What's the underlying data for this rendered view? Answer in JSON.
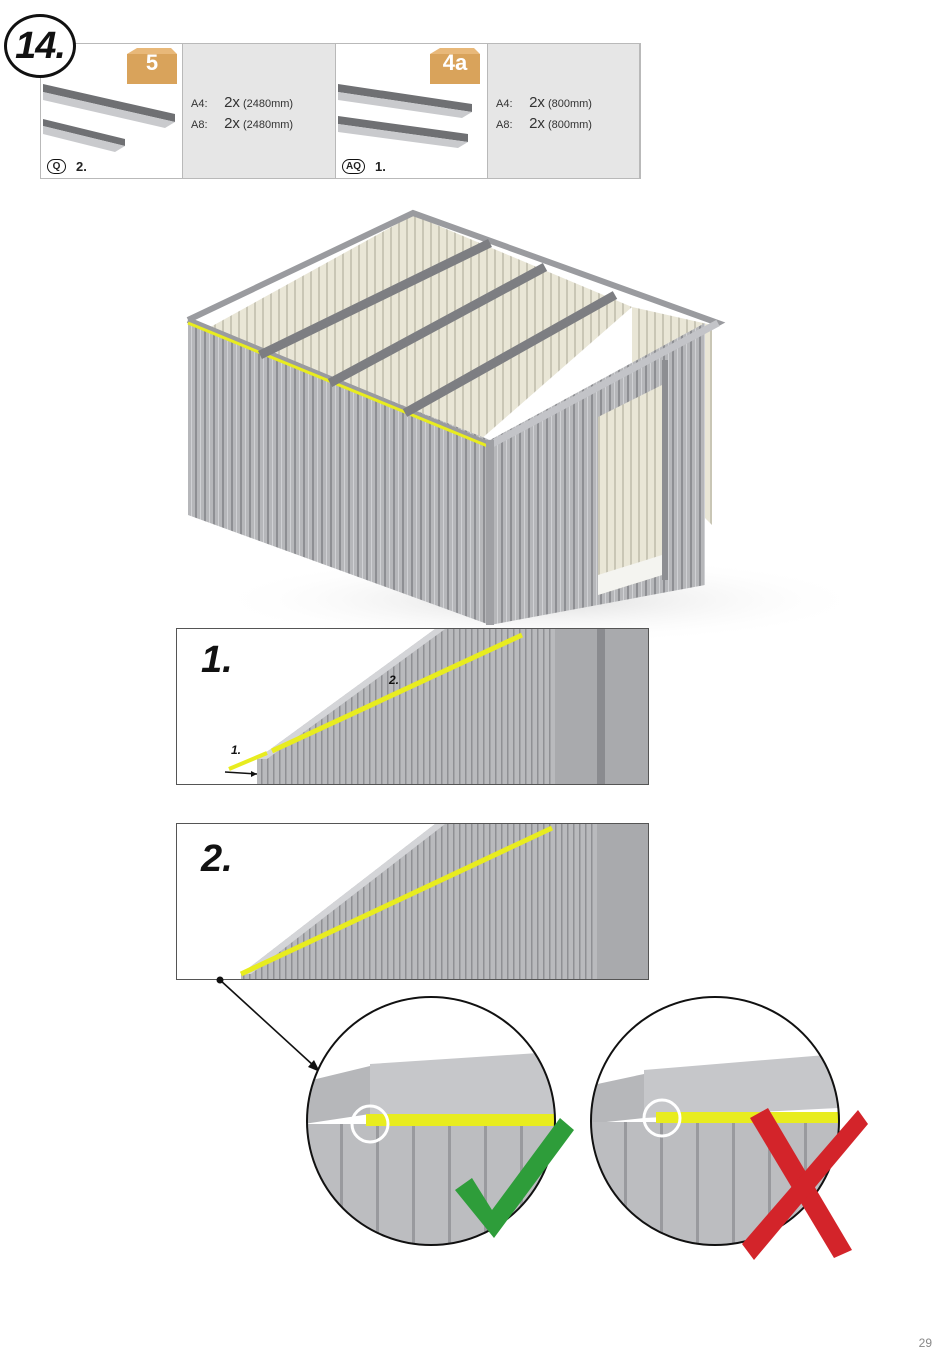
{
  "step": {
    "number": "14."
  },
  "parts": [
    {
      "box_label": "5",
      "box_color": "#d9a35b",
      "code": "Q",
      "count": "2.",
      "lines": [
        {
          "label": "A4:",
          "count": "2x",
          "length": "(2480mm)"
        },
        {
          "label": "A8:",
          "count": "2x",
          "length": "(2480mm)"
        }
      ]
    },
    {
      "box_label": "4a",
      "box_color": "#d9a35b",
      "code": "AQ",
      "count": "1.",
      "lines": [
        {
          "label": "A4:",
          "count": "2x",
          "length": "(800mm)"
        },
        {
          "label": "A8:",
          "count": "2x",
          "length": "(800mm)"
        }
      ]
    }
  ],
  "details": [
    {
      "number": "1.",
      "callouts": [
        "1.",
        "2."
      ]
    },
    {
      "number": "2."
    }
  ],
  "indicators": {
    "correct_color": "#2e9d3a",
    "wrong_color": "#d3242a",
    "highlight_color": "#e8ec1f"
  },
  "page": {
    "number": "29"
  }
}
